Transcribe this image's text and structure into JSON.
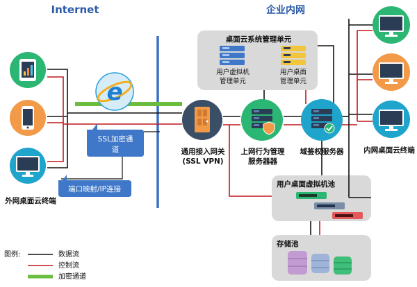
{
  "zones": {
    "internet": "Internet",
    "intranet": "企业内网"
  },
  "colors": {
    "data_flow": "#111111",
    "control_flow": "#c0171c",
    "encrypted_channel": "#6cbd3f",
    "divider": "#3a6fc4",
    "group_bg": "#d9d9d9",
    "callout_bg": "#3f78c8",
    "circle_green": "#2bb673",
    "circle_orange": "#f39a49",
    "circle_teal": "#1fa4cc",
    "circle_navy": "#3a4f66"
  },
  "groups": {
    "mgmt_unit": {
      "title": "桌面云系统管理单元",
      "vm_mgmt": [
        "用户虚拟机",
        "管理单元"
      ],
      "desk_mgmt": [
        "用户桌面",
        "管理单元"
      ]
    },
    "vm_pool": {
      "title": "用户桌面虚拟机池"
    },
    "storage": {
      "title": "存储池"
    }
  },
  "external_terminals": {
    "label": "外网桌面云终端",
    "devices": [
      {
        "kind": "tablet",
        "icon": "tablet-chart-icon",
        "circle": "green"
      },
      {
        "kind": "phone",
        "icon": "smartphone-icon",
        "circle": "orange"
      },
      {
        "kind": "monitor",
        "icon": "monitor-icon",
        "circle": "teal"
      }
    ]
  },
  "internal_terminals": {
    "label": "内网桌面云终端",
    "devices": [
      {
        "kind": "monitor",
        "icon": "monitor-icon",
        "circle": "green"
      },
      {
        "kind": "monitor",
        "icon": "monitor-icon",
        "circle": "orange"
      },
      {
        "kind": "monitor",
        "icon": "monitor-icon",
        "circle": "teal"
      }
    ]
  },
  "nodes": {
    "gateway": {
      "label_lines": [
        "通用接入网关",
        "(SSL VPN)"
      ],
      "icon": "door-gateway-icon"
    },
    "behavior_mgmt": {
      "label_lines": [
        "上网行为管理",
        "服务器器"
      ],
      "icon": "shield-server-icon"
    },
    "domain_auth": {
      "label": "域鉴权服务器",
      "icon": "check-server-icon"
    },
    "internet_explorer": {
      "icon": "internet-explorer-icon"
    }
  },
  "callouts": {
    "ssl": [
      "SSL加密通",
      "道"
    ],
    "port_mapping": "端口映射/IP连接"
  },
  "legend": {
    "title": "图例:",
    "items": [
      {
        "label": "数据流",
        "style": "data_flow"
      },
      {
        "label": "控制流",
        "style": "control_flow"
      },
      {
        "label": "加密通道",
        "style": "encrypted_channel"
      }
    ]
  }
}
